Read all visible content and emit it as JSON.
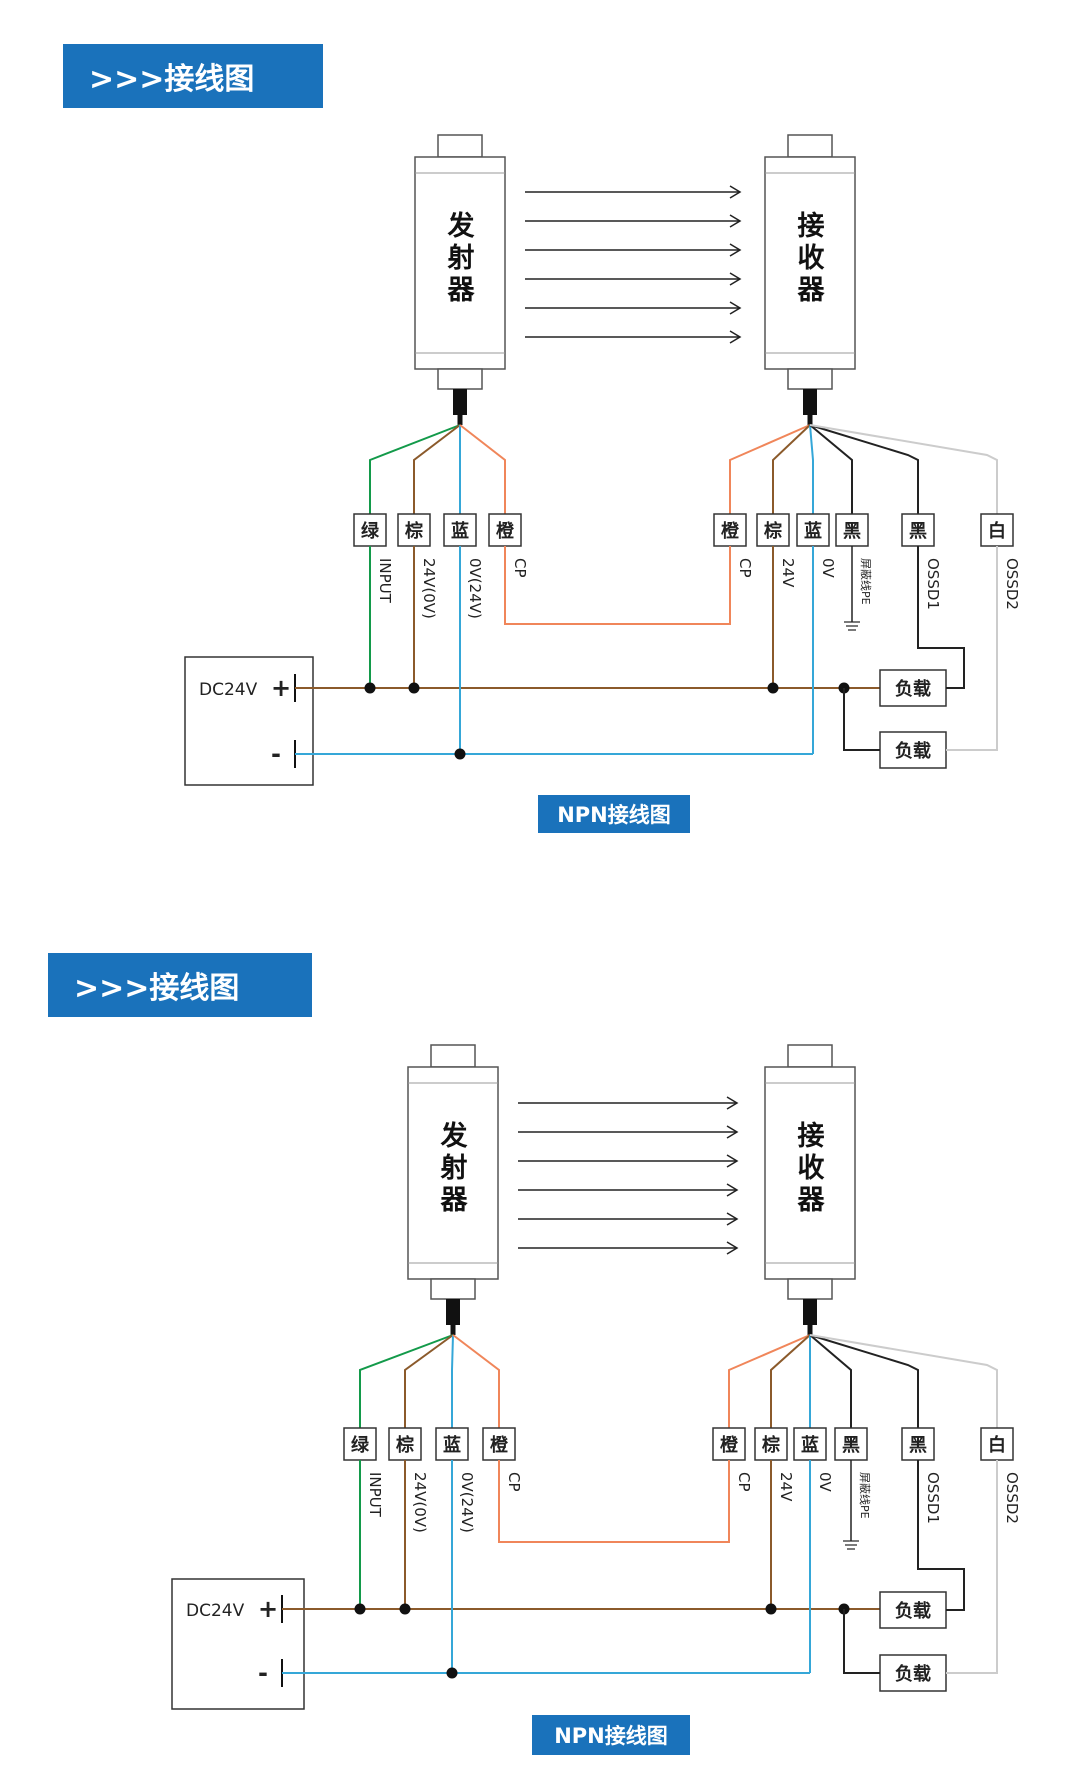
{
  "diagrams": [
    {
      "banner": ">>>接线图",
      "caption": "NPN接线图",
      "emitter": {
        "label": "发射器"
      },
      "receiver": {
        "label": "接收器"
      },
      "power": {
        "label": "DC24V",
        "positive": "+",
        "negative": "-"
      },
      "emitter_wires": [
        {
          "color_label": "绿",
          "signal": "INPUT",
          "color": "#139a4a"
        },
        {
          "color_label": "棕",
          "signal": "24V(0V)",
          "color": "#8b5a2b"
        },
        {
          "color_label": "蓝",
          "signal": "0V(24V)",
          "color": "#35a7d8"
        },
        {
          "color_label": "橙",
          "signal": "CP",
          "color": "#f0865a"
        }
      ],
      "receiver_wires": [
        {
          "color_label": "橙",
          "signal": "CP",
          "color": "#f0865a"
        },
        {
          "color_label": "棕",
          "signal": "24V",
          "color": "#8b5a2b"
        },
        {
          "color_label": "蓝",
          "signal": "0V",
          "color": "#35a7d8"
        },
        {
          "color_label": "黑",
          "signal": "屏蔽线PE",
          "color": "#222222"
        },
        {
          "color_label": "黑",
          "signal": "OSSD1",
          "color": "#222222"
        },
        {
          "color_label": "白",
          "signal": "OSSD2",
          "color": "#cccccc"
        }
      ],
      "loads": [
        "负载",
        "负载"
      ]
    },
    {
      "banner": ">>>接线图",
      "caption": "NPN接线图",
      "emitter": {
        "label": "发射器"
      },
      "receiver": {
        "label": "接收器"
      },
      "power": {
        "label": "DC24V",
        "positive": "+",
        "negative": "-"
      },
      "emitter_wires": [
        {
          "color_label": "绿",
          "signal": "INPUT",
          "color": "#139a4a"
        },
        {
          "color_label": "棕",
          "signal": "24V(0V)",
          "color": "#8b5a2b"
        },
        {
          "color_label": "蓝",
          "signal": "0V(24V)",
          "color": "#35a7d8"
        },
        {
          "color_label": "橙",
          "signal": "CP",
          "color": "#f0865a"
        }
      ],
      "receiver_wires": [
        {
          "color_label": "橙",
          "signal": "CP",
          "color": "#f0865a"
        },
        {
          "color_label": "棕",
          "signal": "24V",
          "color": "#8b5a2b"
        },
        {
          "color_label": "蓝",
          "signal": "0V",
          "color": "#35a7d8"
        },
        {
          "color_label": "黑",
          "signal": "屏蔽线PE",
          "color": "#222222"
        },
        {
          "color_label": "黑",
          "signal": "OSSD1",
          "color": "#222222"
        },
        {
          "color_label": "白",
          "signal": "OSSD2",
          "color": "#cccccc"
        }
      ],
      "loads": [
        "负载",
        "负载"
      ]
    }
  ]
}
